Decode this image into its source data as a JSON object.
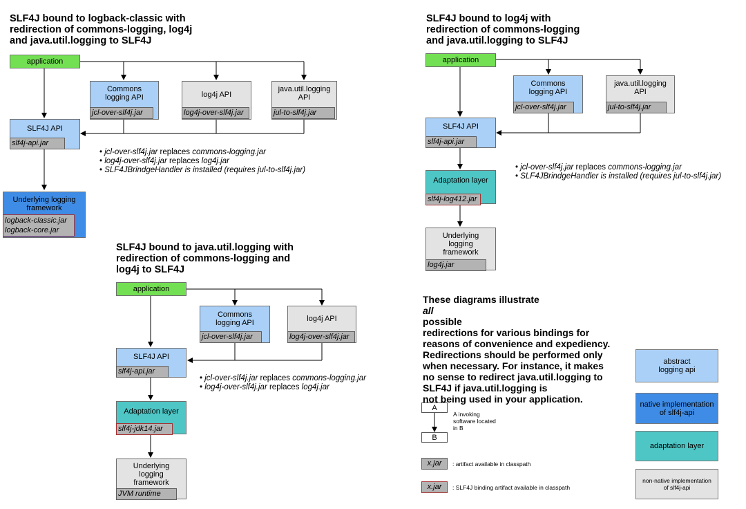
{
  "diagram1": {
    "title": [
      "SLF4J bound to logback-classic with",
      "redirection of commons-logging, log4j",
      "and java.util.logging to SLF4J"
    ],
    "application": "application",
    "commons_api": [
      "Commons",
      "logging API"
    ],
    "commons_jar": "jcl-over-slf4j.jar",
    "log4j_api": "log4j API",
    "log4j_jar": "log4j-over-slf4j.jar",
    "jul_api": [
      "java.util.logging",
      "API"
    ],
    "jul_jar": "jul-to-slf4j.jar",
    "slf4j_api": "SLF4J API",
    "slf4j_jar": "slf4j-api.jar",
    "underlying": [
      "Underlying logging",
      "framework"
    ],
    "underlying_jars": [
      "logback-classic.jar",
      "logback-core.jar"
    ],
    "notes": [
      {
        "jar": "jcl-over-slf4j.jar",
        "mid": " replaces ",
        "tail": "commons-logging.jar"
      },
      {
        "jar": "log4j-over-slf4j.jar",
        "mid": " replaces ",
        "tail": "log4j.jar"
      },
      {
        "jar": "SLF4JBrindgeHandler is installed (requires jul-to-slf4j.jar)",
        "mid": "",
        "tail": ""
      }
    ]
  },
  "diagram2": {
    "title": [
      "SLF4J bound to java.util.logging with",
      "redirection of commons-logging and",
      "log4j to SLF4J"
    ],
    "application": "application",
    "commons_api": [
      "Commons",
      "logging API"
    ],
    "commons_jar": "jcl-over-slf4j.jar",
    "log4j_api": "log4j API",
    "log4j_jar": "log4j-over-slf4j.jar",
    "slf4j_api": "SLF4J API",
    "slf4j_jar": "slf4j-api.jar",
    "adaptation": "Adaptation layer",
    "adaptation_jar": "slf4j-jdk14.jar",
    "underlying": [
      "Underlying",
      "logging",
      "framework"
    ],
    "underlying_jar": "JVM runtime",
    "notes": [
      {
        "jar": "jcl-over-slf4j.jar",
        "mid": " replaces ",
        "tail": "commons-logging.jar"
      },
      {
        "jar": "log4j-over-slf4j.jar",
        "mid": " replaces ",
        "tail": "log4j.jar"
      }
    ]
  },
  "diagram3": {
    "title": [
      "SLF4J bound to log4j with",
      "redirection of commons-logging",
      "and java.util.logging to SLF4J"
    ],
    "application": "application",
    "commons_api": [
      "Commons",
      "logging API"
    ],
    "commons_jar": "jcl-over-slf4j.jar",
    "jul_api": [
      "java.util.logging",
      "API"
    ],
    "jul_jar": "jul-to-slf4j.jar",
    "slf4j_api": "SLF4J API",
    "slf4j_jar": "slf4j-api.jar",
    "adaptation": "Adaptation layer",
    "adaptation_jar": "slf4j-log412.jar",
    "underlying": [
      "Underlying",
      "logging",
      "framework"
    ],
    "underlying_jar": "log4j.jar",
    "notes": [
      {
        "jar": "jcl-over-slf4j.jar",
        "mid": " replaces ",
        "tail": "commons-logging.jar"
      },
      {
        "jar": "SLF4JBrindgeHandler is installed (requires jul-to-slf4j.jar)",
        "mid": "",
        "tail": ""
      }
    ]
  },
  "explanation": [
    "These diagrams illustrate ",
    "all",
    " possible",
    "redirections for various bindings for",
    "reasons of convenience and expediency.",
    "Redirections should be performed only",
    "when necessary. For instance, it makes",
    "no sense to redirect java.util.logging to",
    "SLF4J if java.util.logging is",
    "not being used in your application."
  ],
  "key": {
    "a": "A",
    "b": "B",
    "invoking": [
      "A invoking",
      "software located",
      "in B"
    ],
    "artifact_jar": "x.jar",
    "artifact_text": ": artifact available in classpath",
    "binding_jar": "x.jar",
    "binding_text": ": SLF4J binding artifact available in classpath"
  },
  "legend": {
    "abstract": [
      "abstract",
      "logging api"
    ],
    "native": [
      "native implementation",
      "of slf4j-api"
    ],
    "adaptation": "adaptation layer",
    "nonnative": [
      "non-native implementation",
      "of slf4j-api"
    ]
  },
  "colors": {
    "application": "#73e053",
    "abstract_api": "#aad0f7",
    "native_impl": "#3f8ce6",
    "adaptation_layer": "#4ec6c6",
    "non_native_impl": "#e3e3e3",
    "jar_artifact": "#b3b3b3",
    "binding_border": "#a83030"
  }
}
